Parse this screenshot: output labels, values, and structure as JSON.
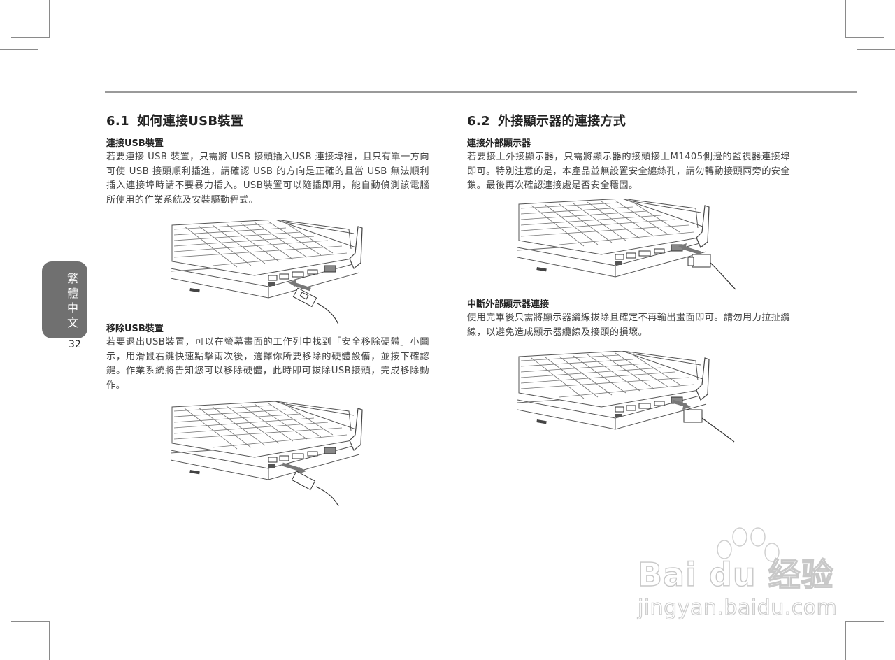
{
  "page": {
    "number": "32",
    "language_tab": "繁體中文"
  },
  "sections": [
    {
      "number": "6.1",
      "title": "如何連接USB裝置",
      "blocks": [
        {
          "heading": "連接USB裝置",
          "text": "若要連接 USB 裝置，只需將 USB 接頭插入USB 連接埠裡，且只有單一方向可使 USB 接頭順利插進，請確認 USB 的方向是正確的且當 USB 無法順利插入連接埠時請不要暴力插入。USB裝置可以隨插即用，能自動偵測該電腦所使用的作業系統及安裝驅動程式。",
          "figure": "laptop-usb-insert-illustration"
        },
        {
          "heading": "移除USB裝置",
          "text": "若要退出USB裝置，可以在螢幕畫面的工作列中找到「安全移除硬體」小圖示，用滑鼠右鍵快速點擊兩次後，選擇你所要移除的硬體設備，並按下確認鍵。作業系統將告知您可以移除硬體，此時即可拔除USB接頭，完成移除動作。",
          "figure": "laptop-usb-remove-illustration"
        }
      ]
    },
    {
      "number": "6.2",
      "title": "外接顯示器的連接方式",
      "blocks": [
        {
          "heading": "連接外部顯示器",
          "text": "若要接上外接顯示器，只需將顯示器的接頭接上M1405側邊的監視器連接埠即可。特別注意的是，本產品並無設置安全纏絲孔，請勿轉動接頭兩旁的安全鎖。最後再次確認連接處是否安全穩固。",
          "figure": "laptop-vga-connect-illustration"
        },
        {
          "heading": "中斷外部顯示器連接",
          "text": "使用完畢後只需將顯示器纜線拔除且確定不再輸出畫面即可。請勿用力拉扯纜線，以避免造成顯示器纜線及接頭的損壞。",
          "figure": "laptop-vga-disconnect-illustration"
        }
      ]
    }
  ],
  "watermark": {
    "brand": "Bai du 经验",
    "url": "jingyan.baidu.com"
  },
  "colors": {
    "tab_bg": "#707070",
    "rule": "#9a9a9a",
    "text": "#444444"
  }
}
